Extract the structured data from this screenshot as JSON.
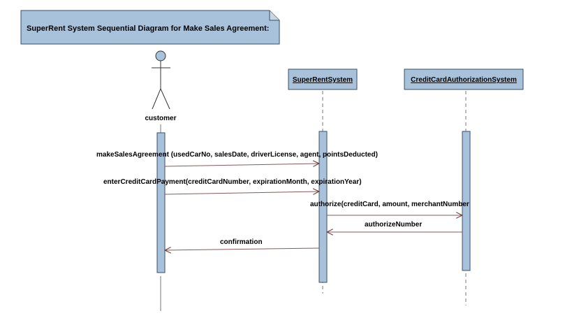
{
  "note": {
    "title": "SuperRent System Sequential Diagram for Make Sales Agreement:"
  },
  "actor": {
    "label": "customer"
  },
  "objects": [
    {
      "label": "SuperRentSystem"
    },
    {
      "label": "CreditCardAuthorizationSystem"
    }
  ],
  "messages": [
    {
      "label": "makeSalesAgreement (usedCarNo, salesDate, driverLicense, agent, pointsDeducted)"
    },
    {
      "label": "enterCreditCardPayment(creditCardNumber, expirationMonth, expirationYear)"
    },
    {
      "label": "authorize(creditCard, amount, merchantNumber"
    },
    {
      "label": "authorizeNumber"
    },
    {
      "label": "confirmation"
    }
  ],
  "colors": {
    "box_fill": "#a9c2dc",
    "box_stroke": "#3a4f66",
    "message_line": "#8a5a5a",
    "lifeline": "#777777"
  }
}
